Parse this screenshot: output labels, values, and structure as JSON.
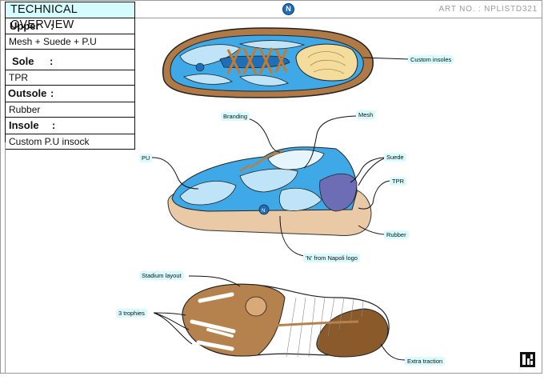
{
  "header": {
    "title": "TECHNICAL OVERVIEW",
    "art_no": "ART NO. : NPLISTD321",
    "logo_letter": "N"
  },
  "specs": [
    {
      "label": "Upper",
      "colon": ":",
      "value": "Mesh + Suede + P.U"
    },
    {
      "label": "Sole",
      "colon": ":",
      "value": "TPR"
    },
    {
      "label": "Outsole",
      "colon": ":",
      "value": "Rubber"
    },
    {
      "label": "Insole",
      "colon": ":",
      "value": "Custom P.U insock"
    }
  ],
  "callouts": {
    "custom_insoles": "Custom insoles",
    "branding": "Branding",
    "mesh": "Mesh",
    "pu": "PU",
    "suede": "Suede",
    "tpr": "TPR",
    "rubber": "Rubber",
    "napoli_logo": "'N' from Napoli logo",
    "stadium_layout": "Stadium layout",
    "three_trophies": "3 trophies",
    "extra_traction": "Extra traction"
  },
  "colors": {
    "accent_cyan": "#d6fbfd",
    "shoe_blue": "#3ea9e6",
    "shoe_light_blue": "#bfe4f7",
    "sole_tan": "#e9c9a6",
    "suede_purple": "#6c6db5",
    "cork_brown": "#b5824e"
  }
}
